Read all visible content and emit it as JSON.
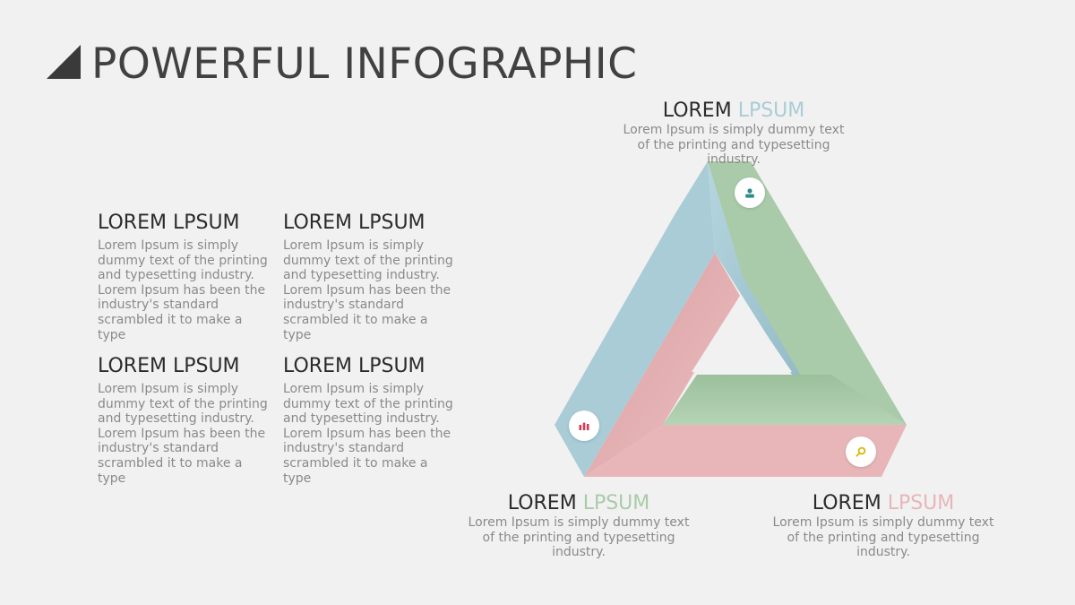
{
  "title": "POWERFUL INFOGRAPHIC",
  "colors": {
    "title_mark": "#3a3a3a",
    "blue": "#a9ccd6",
    "green": "#a9cba9",
    "pink": "#e8b6b8",
    "icon_teal": "#2e8b8b",
    "icon_red": "#d23b55",
    "icon_yellow": "#d9b800"
  },
  "blocks": [
    {
      "heading": "LOREM LPSUM",
      "body": "Lorem Ipsum is simply dummy text of the printing and typesetting industry. Lorem Ipsum has been the industry's standard scrambled it to make a type"
    },
    {
      "heading": "LOREM LPSUM",
      "body": "Lorem Ipsum is simply dummy text of the printing and typesetting industry. Lorem Ipsum has been the industry's standard scrambled it to make a type"
    },
    {
      "heading": "LOREM LPSUM",
      "body": "Lorem Ipsum is simply dummy text of the printing and typesetting industry. Lorem Ipsum has been the industry's standard scrambled it to make a type"
    },
    {
      "heading": "LOREM LPSUM",
      "body": "Lorem Ipsum is simply dummy text of the printing and typesetting industry. Lorem Ipsum has been the industry's standard scrambled it to make a type"
    }
  ],
  "triangle_labels": {
    "top": {
      "word1": "LOREM",
      "word2": "LPSUM",
      "body": "Lorem Ipsum is simply dummy text of the printing and typesetting industry."
    },
    "bottom_left": {
      "word1": "LOREM",
      "word2": "LPSUM",
      "body": "Lorem Ipsum is simply dummy text of the printing and typesetting industry."
    },
    "bottom_right": {
      "word1": "LOREM",
      "word2": "LPSUM",
      "body": "Lorem Ipsum is simply dummy text of the printing and typesetting industry."
    }
  },
  "icons": {
    "top": "user-icon",
    "left": "bar-chart-icon",
    "right": "search-icon"
  }
}
